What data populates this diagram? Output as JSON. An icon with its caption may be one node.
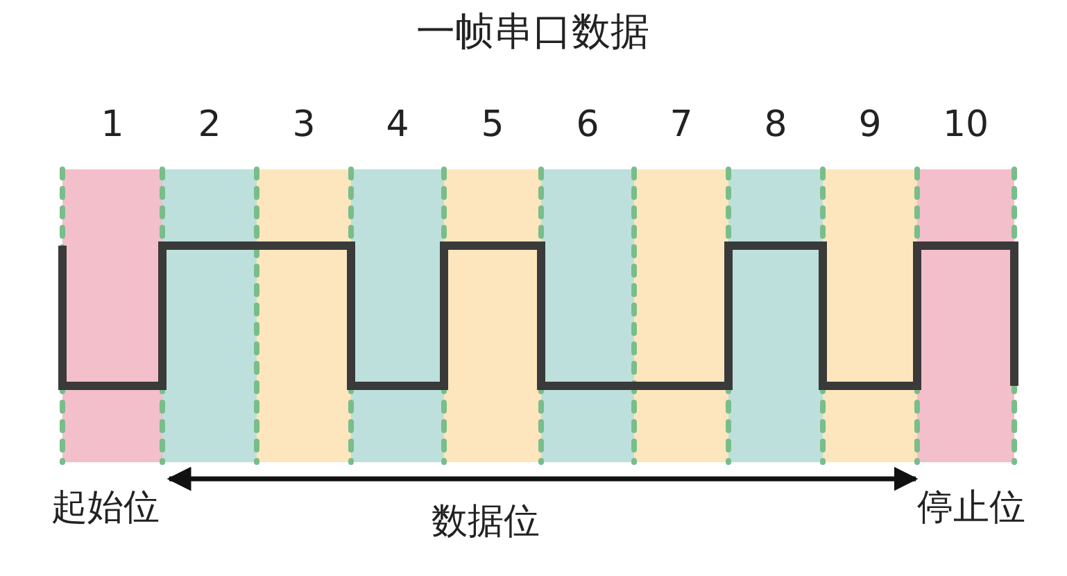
{
  "diagram": {
    "title": "一帧串口数据",
    "labels": [
      "1",
      "2",
      "3",
      "4",
      "5",
      "6",
      "7",
      "8",
      "9",
      "10",
      "起始位",
      "数据位",
      "停止位"
    ]
  }
}
